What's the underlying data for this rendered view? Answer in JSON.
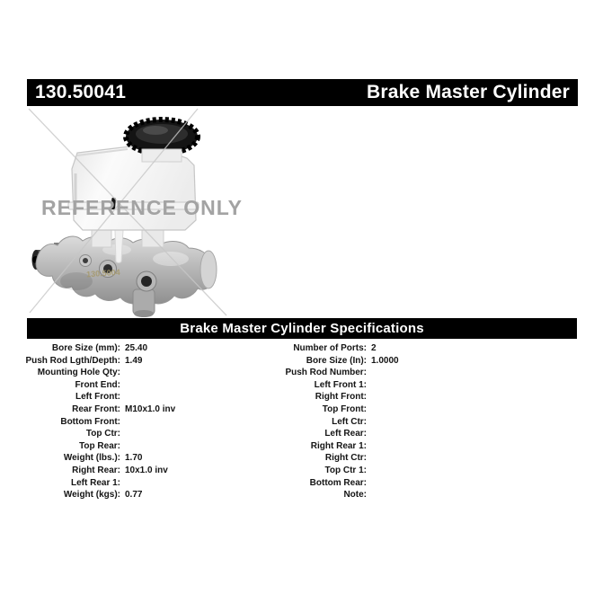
{
  "header": {
    "part_number": "130.50041",
    "product_title": "Brake Master Cylinder"
  },
  "photo": {
    "watermark_text": "REFERENCE ONLY",
    "engraving": "130.5004",
    "subject": "brake-master-cylinder-product-photo"
  },
  "spec_header": "Brake Master Cylinder Specifications",
  "specs": {
    "left": [
      {
        "label": "Bore Size (mm):",
        "value": "25.40"
      },
      {
        "label": "Push Rod Lgth/Depth:",
        "value": "1.49"
      },
      {
        "label": "Mounting Hole Qty:",
        "value": ""
      },
      {
        "label": "Front End:",
        "value": ""
      },
      {
        "label": "Left Front:",
        "value": ""
      },
      {
        "label": "Rear Front:",
        "value": "M10x1.0 inv"
      },
      {
        "label": "Bottom Front:",
        "value": ""
      },
      {
        "label": "Top Ctr:",
        "value": ""
      },
      {
        "label": "Top Rear:",
        "value": ""
      },
      {
        "label": "Weight (lbs.):",
        "value": "1.70"
      },
      {
        "label": "Right Rear:",
        "value": "10x1.0 inv"
      },
      {
        "label": "Left Rear 1:",
        "value": ""
      },
      {
        "label": "Weight (kgs):",
        "value": "0.77"
      }
    ],
    "right": [
      {
        "label": "Number of Ports:",
        "value": "2"
      },
      {
        "label": "Bore Size (In):",
        "value": "1.0000"
      },
      {
        "label": "Push Rod Number:",
        "value": ""
      },
      {
        "label": "Left Front 1:",
        "value": ""
      },
      {
        "label": "Right Front:",
        "value": ""
      },
      {
        "label": "Top Front:",
        "value": ""
      },
      {
        "label": "Left Ctr:",
        "value": ""
      },
      {
        "label": "Left Rear:",
        "value": ""
      },
      {
        "label": "Right Rear 1:",
        "value": ""
      },
      {
        "label": "Right Ctr:",
        "value": ""
      },
      {
        "label": "Top Ctr 1:",
        "value": ""
      },
      {
        "label": "Bottom Rear:",
        "value": ""
      },
      {
        "label": "Note:",
        "value": ""
      }
    ]
  },
  "colors": {
    "bar_background": "#000000",
    "bar_text": "#ffffff",
    "watermark_gray": "#a3a3a3",
    "spec_text": "#141414"
  }
}
